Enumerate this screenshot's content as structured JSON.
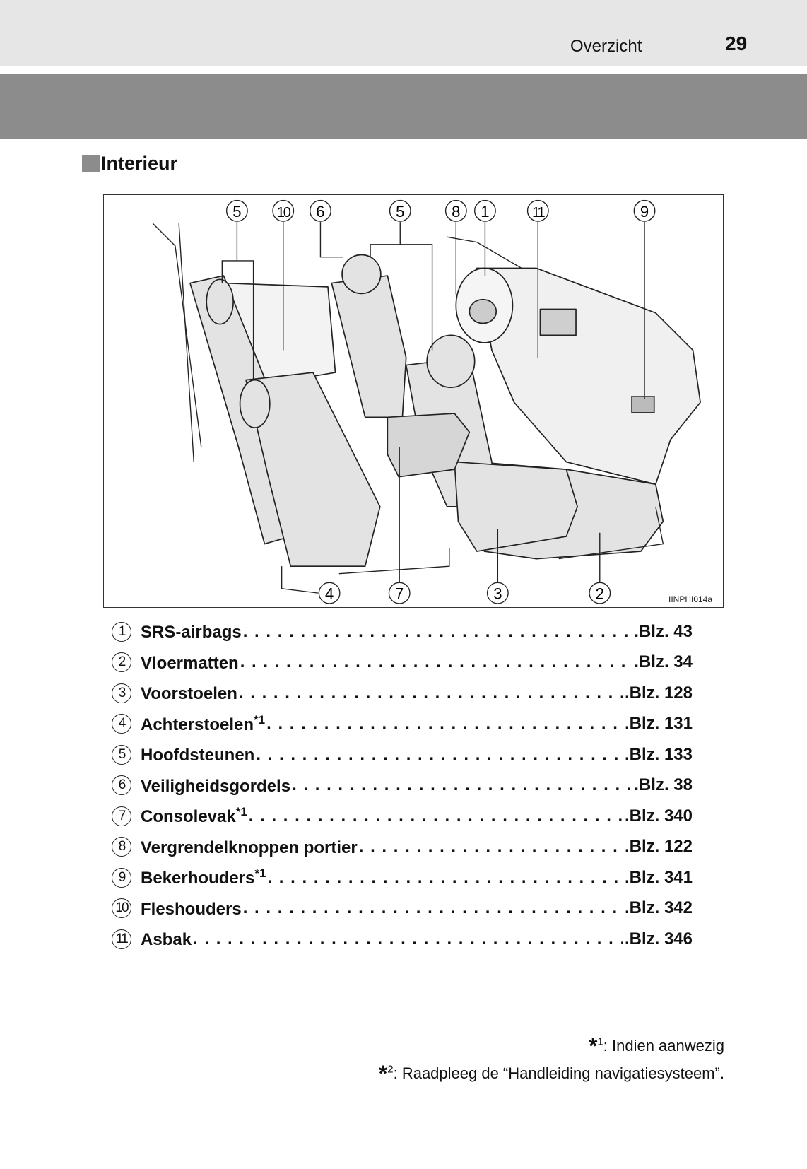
{
  "header": {
    "section": "Overzicht",
    "page_number": "29"
  },
  "section_title": "Interieur",
  "figure": {
    "code": "IINPHI014a",
    "callouts_top": [
      "5",
      "10",
      "6",
      "5",
      "8",
      "1",
      "11",
      "9"
    ],
    "callouts_bottom": [
      "4",
      "7",
      "3",
      "2"
    ]
  },
  "items": [
    {
      "num": "1",
      "label": "SRS-airbags",
      "sup": "",
      "page": ".Blz. 43"
    },
    {
      "num": "2",
      "label": "Vloermatten",
      "sup": "",
      "page": ".Blz. 34"
    },
    {
      "num": "3",
      "label": "Voorstoelen",
      "sup": "",
      "page": ".Blz. 128"
    },
    {
      "num": "4",
      "label": "Achterstoelen",
      "sup": "*1",
      "page": ".Blz. 131"
    },
    {
      "num": "5",
      "label": "Hoofdsteunen",
      "sup": "",
      "page": ".Blz. 133"
    },
    {
      "num": "6",
      "label": "Veiligheidsgordels",
      "sup": "",
      "page": ".Blz. 38"
    },
    {
      "num": "7",
      "label": "Consolevak",
      "sup": "*1",
      "page": ".Blz. 340"
    },
    {
      "num": "8",
      "label": "Vergrendelknoppen portier",
      "sup": "",
      "page": ".Blz. 122"
    },
    {
      "num": "9",
      "label": "Bekerhouders",
      "sup": "*1",
      "page": ".Blz. 341"
    },
    {
      "num": "10",
      "label": "Fleshouders",
      "sup": "",
      "page": ".Blz. 342"
    },
    {
      "num": "11",
      "label": "Asbak",
      "sup": "",
      "page": ".Blz. 346"
    }
  ],
  "footnotes": [
    {
      "mark": "*",
      "num": "1",
      "text": ": Indien aanwezig"
    },
    {
      "mark": "*",
      "num": "2",
      "text": ": Raadpleeg de “Handleiding navigatiesysteem”."
    }
  ]
}
